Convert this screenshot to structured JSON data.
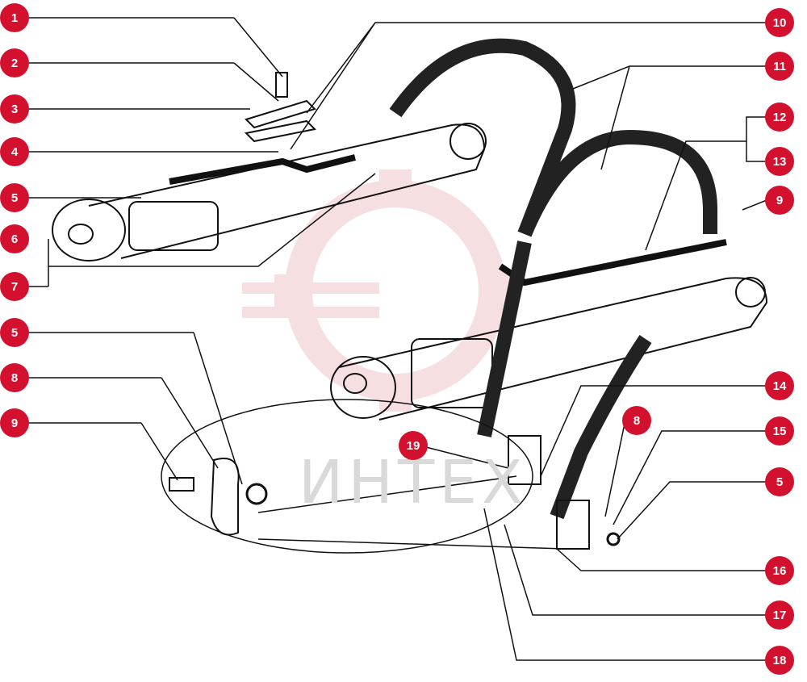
{
  "callouts": [
    {
      "id": "c1",
      "label": "1"
    },
    {
      "id": "c2",
      "label": "2"
    },
    {
      "id": "c3",
      "label": "3"
    },
    {
      "id": "c4",
      "label": "4"
    },
    {
      "id": "c5a",
      "label": "5"
    },
    {
      "id": "c6",
      "label": "6"
    },
    {
      "id": "c7",
      "label": "7"
    },
    {
      "id": "c5b",
      "label": "5"
    },
    {
      "id": "c8a",
      "label": "8"
    },
    {
      "id": "c9a",
      "label": "9"
    },
    {
      "id": "c10",
      "label": "10"
    },
    {
      "id": "c11",
      "label": "11"
    },
    {
      "id": "c12",
      "label": "12"
    },
    {
      "id": "c13",
      "label": "13"
    },
    {
      "id": "c9b",
      "label": "9"
    },
    {
      "id": "c14",
      "label": "14"
    },
    {
      "id": "c8b",
      "label": "8"
    },
    {
      "id": "c15",
      "label": "15"
    },
    {
      "id": "c5c",
      "label": "5"
    },
    {
      "id": "c19",
      "label": "19"
    },
    {
      "id": "c16",
      "label": "16"
    },
    {
      "id": "c17",
      "label": "17"
    },
    {
      "id": "c18",
      "label": "18"
    }
  ],
  "watermark": {
    "text": "ИНТЕХ",
    "color": "#e8a5a8"
  },
  "colors": {
    "badge": "#d3112e",
    "line": "#111111"
  }
}
